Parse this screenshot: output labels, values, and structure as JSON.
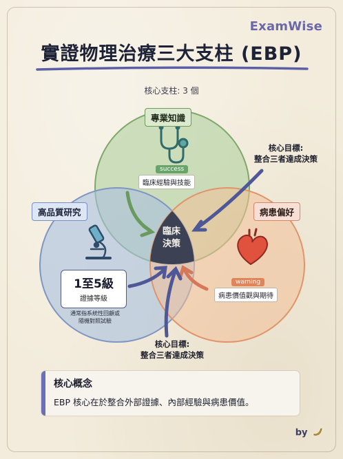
{
  "brand": "ExamWise",
  "title": "實證物理治療三大支柱 (EBP)",
  "subtitle": "核心支柱: 3 個",
  "pillars": {
    "clinical": {
      "label": "專業知識",
      "badge": "success",
      "caption": "臨床經驗與技能"
    },
    "research": {
      "label": "高品質研究",
      "level_main": "1至5級",
      "level_sub": "證據等級",
      "note_line1": "通常指系統性回顧或",
      "note_line2": "隨機對照試驗"
    },
    "patient": {
      "label": "病患偏好",
      "badge": "warning",
      "caption": "病患價值觀與期待"
    }
  },
  "center": {
    "line1": "臨床",
    "line2": "決策"
  },
  "goal_top": {
    "line1": "核心目標:",
    "line2": "整合三者達成決策"
  },
  "goal_bottom": {
    "line1": "核心目標:",
    "line2": "整合三者達成決策"
  },
  "concept": {
    "title": "核心概念",
    "body": "EBP 核心在於整合外部證據、內部經驗與病患價值。"
  },
  "byline": "by",
  "colors": {
    "green_circle": "#b6d3a4",
    "blue_circle": "#a9bfe0",
    "orange_circle": "#f2bf98",
    "center_dark": "#3c4254",
    "accent": "#6a70b8"
  },
  "icons": {
    "clinical": "stethoscope-icon",
    "research": "microscope-icon",
    "patient": "heart-icon",
    "byline": "banana-icon"
  }
}
